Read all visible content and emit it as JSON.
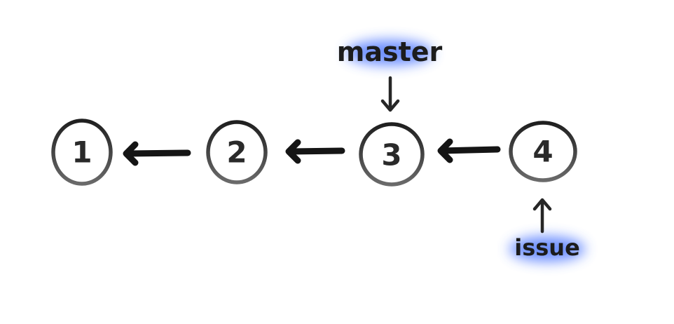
{
  "commits": [
    {
      "id": "1",
      "label": "1"
    },
    {
      "id": "2",
      "label": "2"
    },
    {
      "id": "3",
      "label": "3"
    },
    {
      "id": "4",
      "label": "4"
    }
  ],
  "parent_links": [
    {
      "from": "2",
      "to": "1"
    },
    {
      "from": "3",
      "to": "2"
    },
    {
      "from": "4",
      "to": "3"
    }
  ],
  "branches": [
    {
      "name": "master",
      "label": "master",
      "points_to": "3",
      "position": "above"
    },
    {
      "name": "issue",
      "label": "issue",
      "points_to": "4",
      "position": "below"
    }
  ],
  "colors": {
    "ink": "#151515",
    "highlight": "#3d6bff",
    "background": "#ffffff"
  }
}
